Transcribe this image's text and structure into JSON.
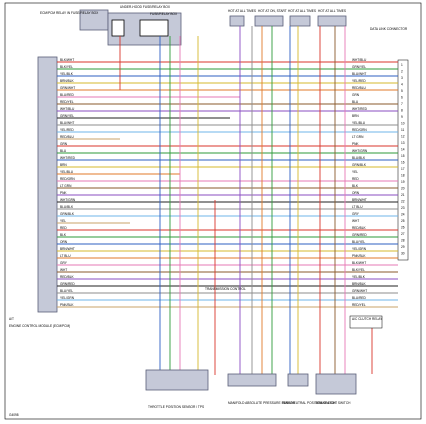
{
  "components": {
    "ecm_relay": {
      "label": "ECM/PCM RELAY IN FUSE/RELAY BOX"
    },
    "fuse_box": {
      "label": "UNDER-HOOD FUSE/RELAY BOX",
      "sublabel": "FUSE/RELAY BOX"
    },
    "hot_all_times_1": {
      "label": "HOT AT ALL TIMES"
    },
    "hot_on": {
      "label": "HOT AT ON, START"
    },
    "hot_all_times_2": {
      "label": "HOT AT ALL TIMES"
    },
    "hot_all_times_3": {
      "label": "HOT AT ALL TIMES"
    },
    "ecm": {
      "label": "ENGINE CONTROL MODULE (ECM/PCM)",
      "code": "A/T"
    },
    "right_connector": {
      "label": "DATA LINK CONNECTOR"
    },
    "throttle_sensor": {
      "label": "THROTTLE POSITION SENSOR / TPS"
    },
    "map_sensor": {
      "label": "MANIFOLD ABSOLUTE PRESSURE SENSOR"
    },
    "park_neutral": {
      "label": "PARK/NEUTRAL POSITION SWITCH"
    },
    "brake_switch": {
      "label": "BRAKE LIGHT SWITCH"
    },
    "ac_switch": {
      "label": "A/C CLUTCH RELAY"
    },
    "transmission": {
      "label": "TRANSMISSION CONTROL"
    },
    "footer_code": {
      "label": "G4098"
    }
  },
  "wire_colors": {
    "red": "#d9362b",
    "green": "#2e9a3a",
    "blue": "#2c5fc2",
    "yellow": "#d6b82c",
    "orange": "#e07a2a",
    "pink": "#e678b5",
    "brown": "#8a5a2b",
    "purple": "#8a4cc2",
    "black": "#222222",
    "gray": "#8c8c8c",
    "light_blue": "#6fb6e8",
    "tan": "#c8a36a"
  },
  "pin_labels": [
    "BLK/WHT",
    "BLK/YEL",
    "YEL/BLK",
    "BRN/BLK",
    "GRN/WHT",
    "BLU/RED",
    "RED/YEL",
    "WHT/BLU",
    "GRN/YEL",
    "BLU/WHT",
    "YEL/RED",
    "RED/BLU",
    "GRN",
    "BLU",
    "WHT/RED",
    "BRN",
    "YEL/BLU",
    "RED/GRN",
    "LT GRN",
    "PNK",
    "WHT/GRN",
    "BLU/BLK",
    "GRN/BLK",
    "YEL",
    "RED",
    "BLK",
    "ORN",
    "BRN/WHT",
    "LT BLU",
    "GRY",
    "WHT",
    "RED/BLK",
    "GRN/RED",
    "BLU/YEL",
    "YEL/GRN",
    "PNK/BLK"
  ],
  "right_pin_numbers": [
    "1",
    "2",
    "3",
    "4",
    "5",
    "6",
    "7",
    "8",
    "9",
    "10",
    "11",
    "12",
    "13",
    "14",
    "15",
    "16",
    "17",
    "18",
    "19",
    "20",
    "21",
    "22",
    "23",
    "24",
    "25",
    "26",
    "27",
    "28",
    "29",
    "30"
  ]
}
